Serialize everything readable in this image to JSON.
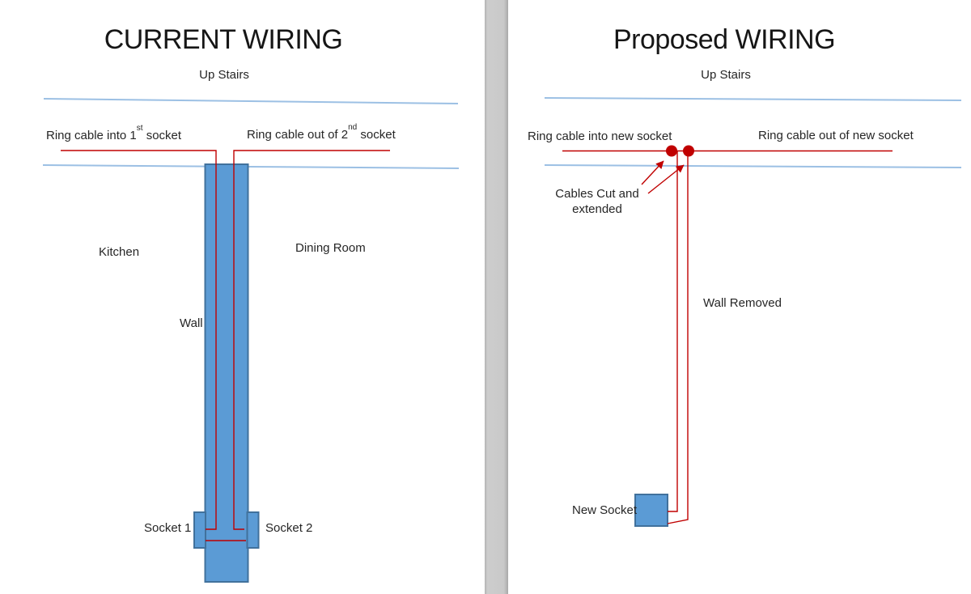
{
  "left_page": {
    "title": "CURRENT WIRING",
    "upstairs_label": "Up Stairs",
    "cable_in_label": {
      "pre": "Ring cable into 1",
      "sup": "st",
      "post": " socket"
    },
    "cable_out_label": {
      "pre": "Ring cable out of 2",
      "sup": "nd",
      "post": " socket"
    },
    "kitchen_label": "Kitchen",
    "dining_room_label": "Dining Room",
    "wall_label": "Wall",
    "socket1_label": "Socket 1",
    "socket2_label": "Socket 2"
  },
  "right_page": {
    "title": "Proposed WIRING",
    "upstairs_label": "Up Stairs",
    "cable_in_label": "Ring cable into new socket",
    "cable_out_label": "Ring cable out of new socket",
    "cables_cut_line1": "Cables Cut and",
    "cables_cut_line2": "extended",
    "wall_removed_label": "Wall Removed",
    "new_socket_label": "New Socket"
  },
  "colors": {
    "wall_fill": "#5B9BD5",
    "wall_border": "#41719C",
    "cable_red": "#C00000",
    "floor_blue": "#9CC0E4",
    "text_color": "#262626"
  }
}
